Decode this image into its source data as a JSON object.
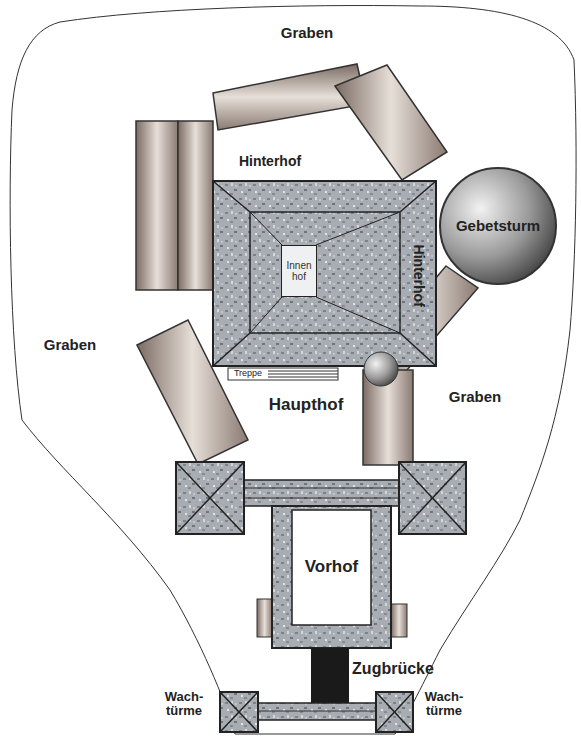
{
  "diagram": {
    "nodes": [
      {
        "text": [
          "Gebetsturm"
        ]
      },
      {
        "text": [
          "Innen hof"
        ]
      },
      {
        "text": [
          "Vorhof"
        ]
      }
    ],
    "labels": [
      "Graben",
      "Hinterhof",
      "Hinterhof",
      "Graben",
      "Treppe",
      "Graben",
      "Haupthof",
      "Zugbrücke",
      "Wach- türme",
      "Wach- türme"
    ]
  }
}
